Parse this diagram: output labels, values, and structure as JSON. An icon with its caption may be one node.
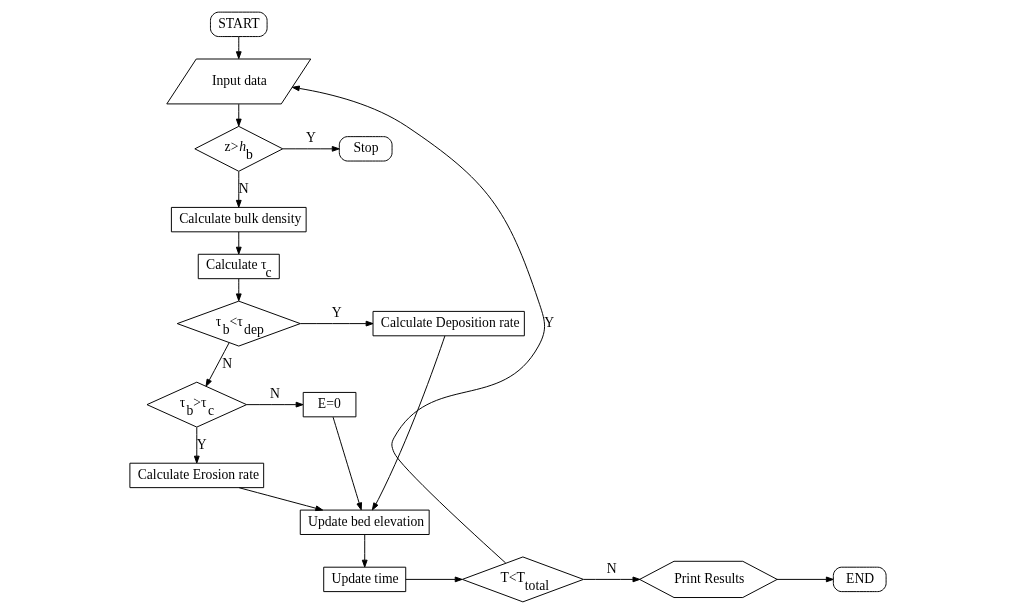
{
  "diagram": {
    "nodes": [
      {
        "text": [
          "START"
        ]
      },
      {
        "text": [
          "Input data"
        ]
      },
      {
        "text": [
          "z>*h*$_{b}$"
        ]
      },
      {
        "text": [
          "Stop"
        ]
      },
      {
        "text": [
          "Calculate bulk density"
        ]
      },
      {
        "text": [
          "Calculate τ$_{c}$"
        ]
      },
      {
        "text": [
          "τ$_{b}$<τ$_{dep}$"
        ]
      },
      {
        "text": [
          "Calculate Deposition rate"
        ]
      },
      {
        "text": [
          "τ$_{b}$>τ$_{c}$"
        ]
      },
      {
        "text": [
          "E=0"
        ]
      },
      {
        "text": [
          "Calculate Erosion rate"
        ]
      },
      {
        "text": [
          "Update bed elevation"
        ]
      },
      {
        "text": [
          "Update time"
        ]
      },
      {
        "text": [
          "T<T$_{total}$"
        ]
      },
      {
        "text": [
          "Print Results"
        ]
      },
      {
        "text": [
          "END"
        ]
      }
    ],
    "edges": [
      {
        "from": 0,
        "to": 1,
        "arrow": "to"
      },
      {
        "from": 1,
        "to": 2,
        "arrow": "to"
      },
      {
        "from": 2,
        "to": 3,
        "arrow": "to",
        "label": "Y"
      },
      {
        "from": 2,
        "to": 4,
        "arrow": "to",
        "label": "N"
      },
      {
        "from": 4,
        "to": 5,
        "arrow": "to"
      },
      {
        "from": 5,
        "to": 6,
        "arrow": "to"
      },
      {
        "from": 6,
        "to": 7,
        "arrow": "to",
        "label": "Y"
      },
      {
        "from": 6,
        "to": 8,
        "arrow": "to",
        "label": "N"
      },
      {
        "from": 8,
        "to": 9,
        "arrow": "to",
        "label": "N"
      },
      {
        "from": 8,
        "to": 10,
        "arrow": "to",
        "label": "Y"
      },
      {
        "from": 7,
        "to": 11,
        "arrow": "to"
      },
      {
        "from": 10,
        "to": 11,
        "arrow": "to"
      },
      {
        "from": 9,
        "to": 11,
        "arrow": "to"
      },
      {
        "from": 11,
        "to": 12,
        "arrow": "to"
      },
      {
        "from": 12,
        "to": 13,
        "arrow": "to"
      },
      {
        "from": 13,
        "to": 1,
        "arrow": "to",
        "label": "Y"
      },
      {
        "from": 13,
        "to": 14,
        "arrow": "to",
        "label": "N"
      },
      {
        "from": 14,
        "to": 15,
        "arrow": "to"
      }
    ]
  }
}
